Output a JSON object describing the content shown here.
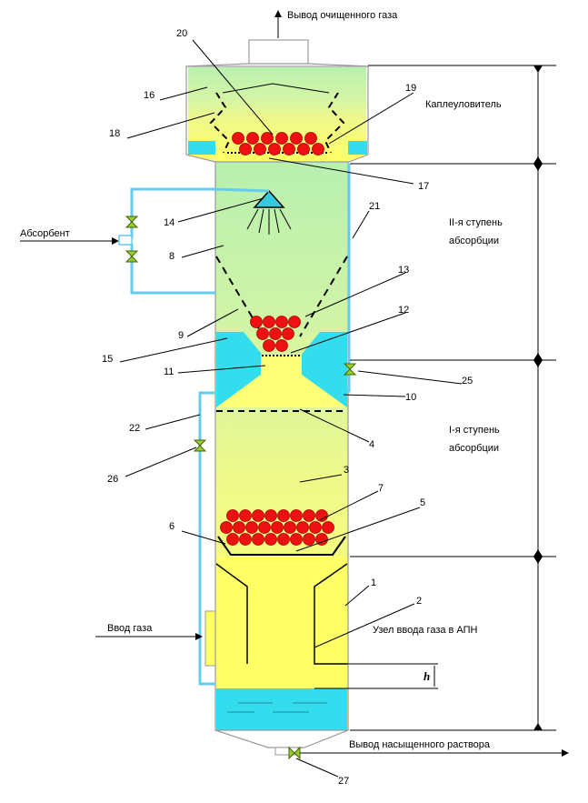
{
  "labels": {
    "outlet_clean_gas": "Вывод очищенного газа",
    "droplet_catcher": "Каплеуловитель",
    "absorbent": "Абсорбент",
    "stage2_line1": "II-я ступень",
    "stage2_line2": "абсорбции",
    "stage1_line1": "I-я ступень",
    "stage1_line2": "абсорбции",
    "gas_inlet": "Ввод газа",
    "gas_inlet_unit": "Узел ввода газа в АПН",
    "outlet_saturated": "Вывод насыщенного раствора",
    "h_symbol": "h"
  },
  "callouts": [
    "1",
    "2",
    "3",
    "4",
    "5",
    "6",
    "7",
    "8",
    "9",
    "10",
    "11",
    "12",
    "13",
    "14",
    "15",
    "16",
    "17",
    "18",
    "19",
    "20",
    "21",
    "22",
    "25",
    "26",
    "27"
  ],
  "colors": {
    "liquid": "#33ddee",
    "gas_yellow": "#ffff66",
    "gas_green": "#b8f0b0",
    "ball": "#ee1111",
    "pipe": "#66ccee",
    "valve": "#99cc33",
    "outline": "#999999"
  }
}
